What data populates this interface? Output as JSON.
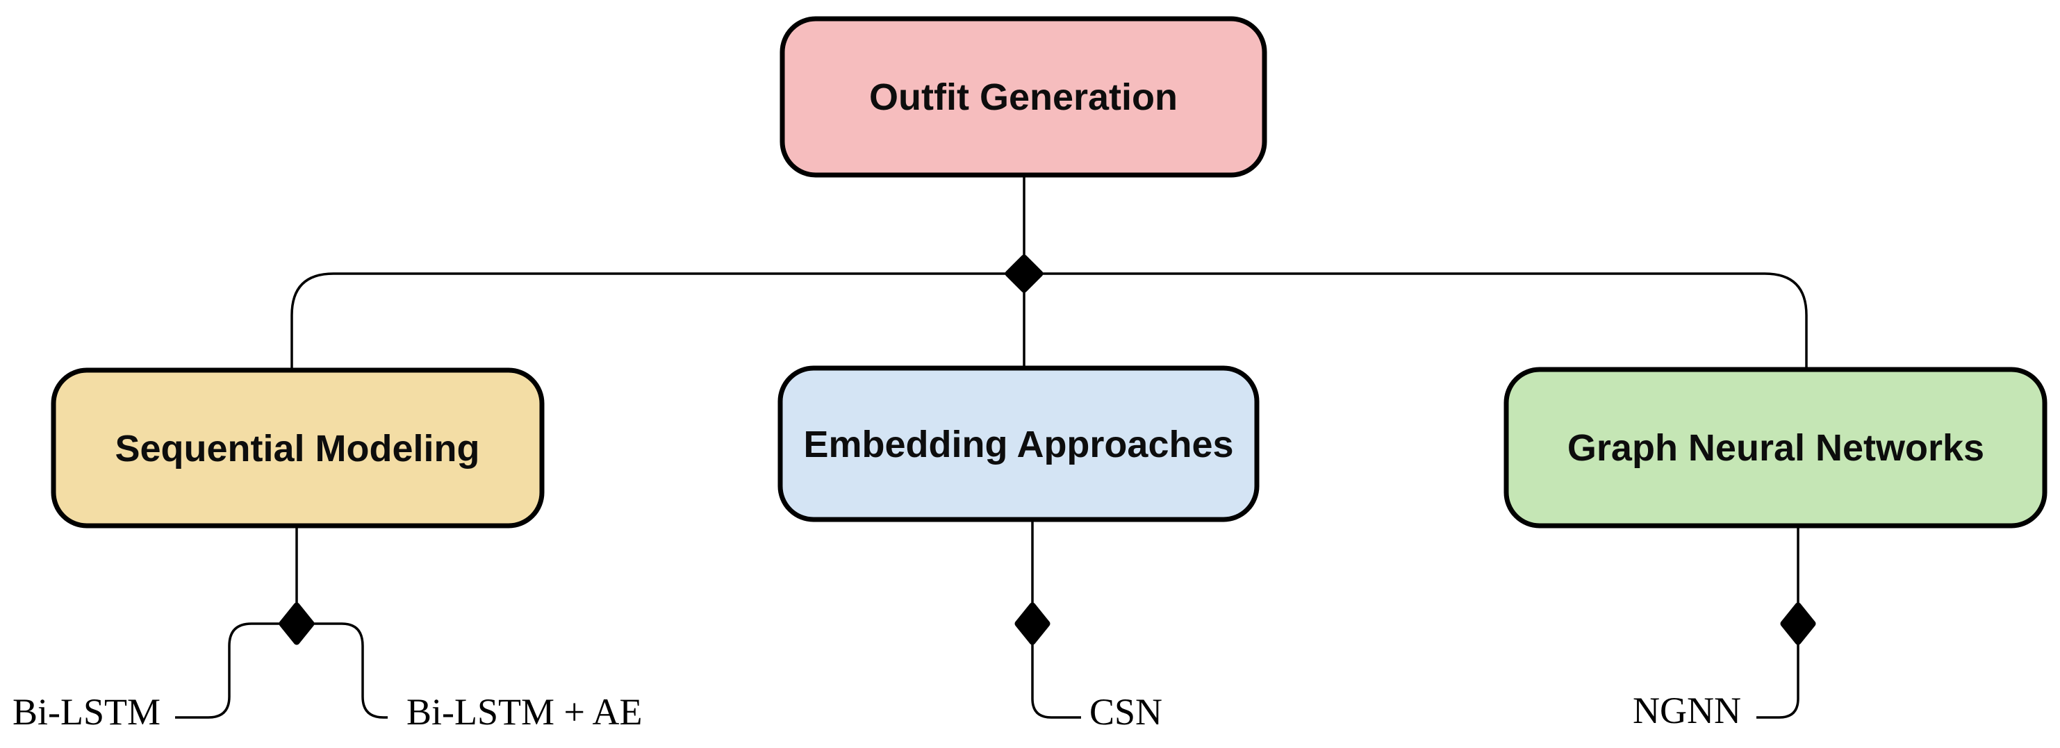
{
  "diagram": {
    "background_color": "#ffffff",
    "line_color": "#000000",
    "root": {
      "label": "Outfit Generation",
      "fill": "#f6bdbe"
    },
    "branches": [
      {
        "label": "Sequential Modeling",
        "fill": "#f3dda5",
        "children": [
          {
            "label": "Bi-LSTM"
          },
          {
            "label": "Bi-LSTM + AE"
          }
        ]
      },
      {
        "label": "Embedding Approaches",
        "fill": "#d4e4f4",
        "children": [
          {
            "label": "CSN"
          }
        ]
      },
      {
        "label": "Graph Neural Networks",
        "fill": "#c5e6b5",
        "children": [
          {
            "label": "NGNN"
          }
        ]
      }
    ]
  }
}
